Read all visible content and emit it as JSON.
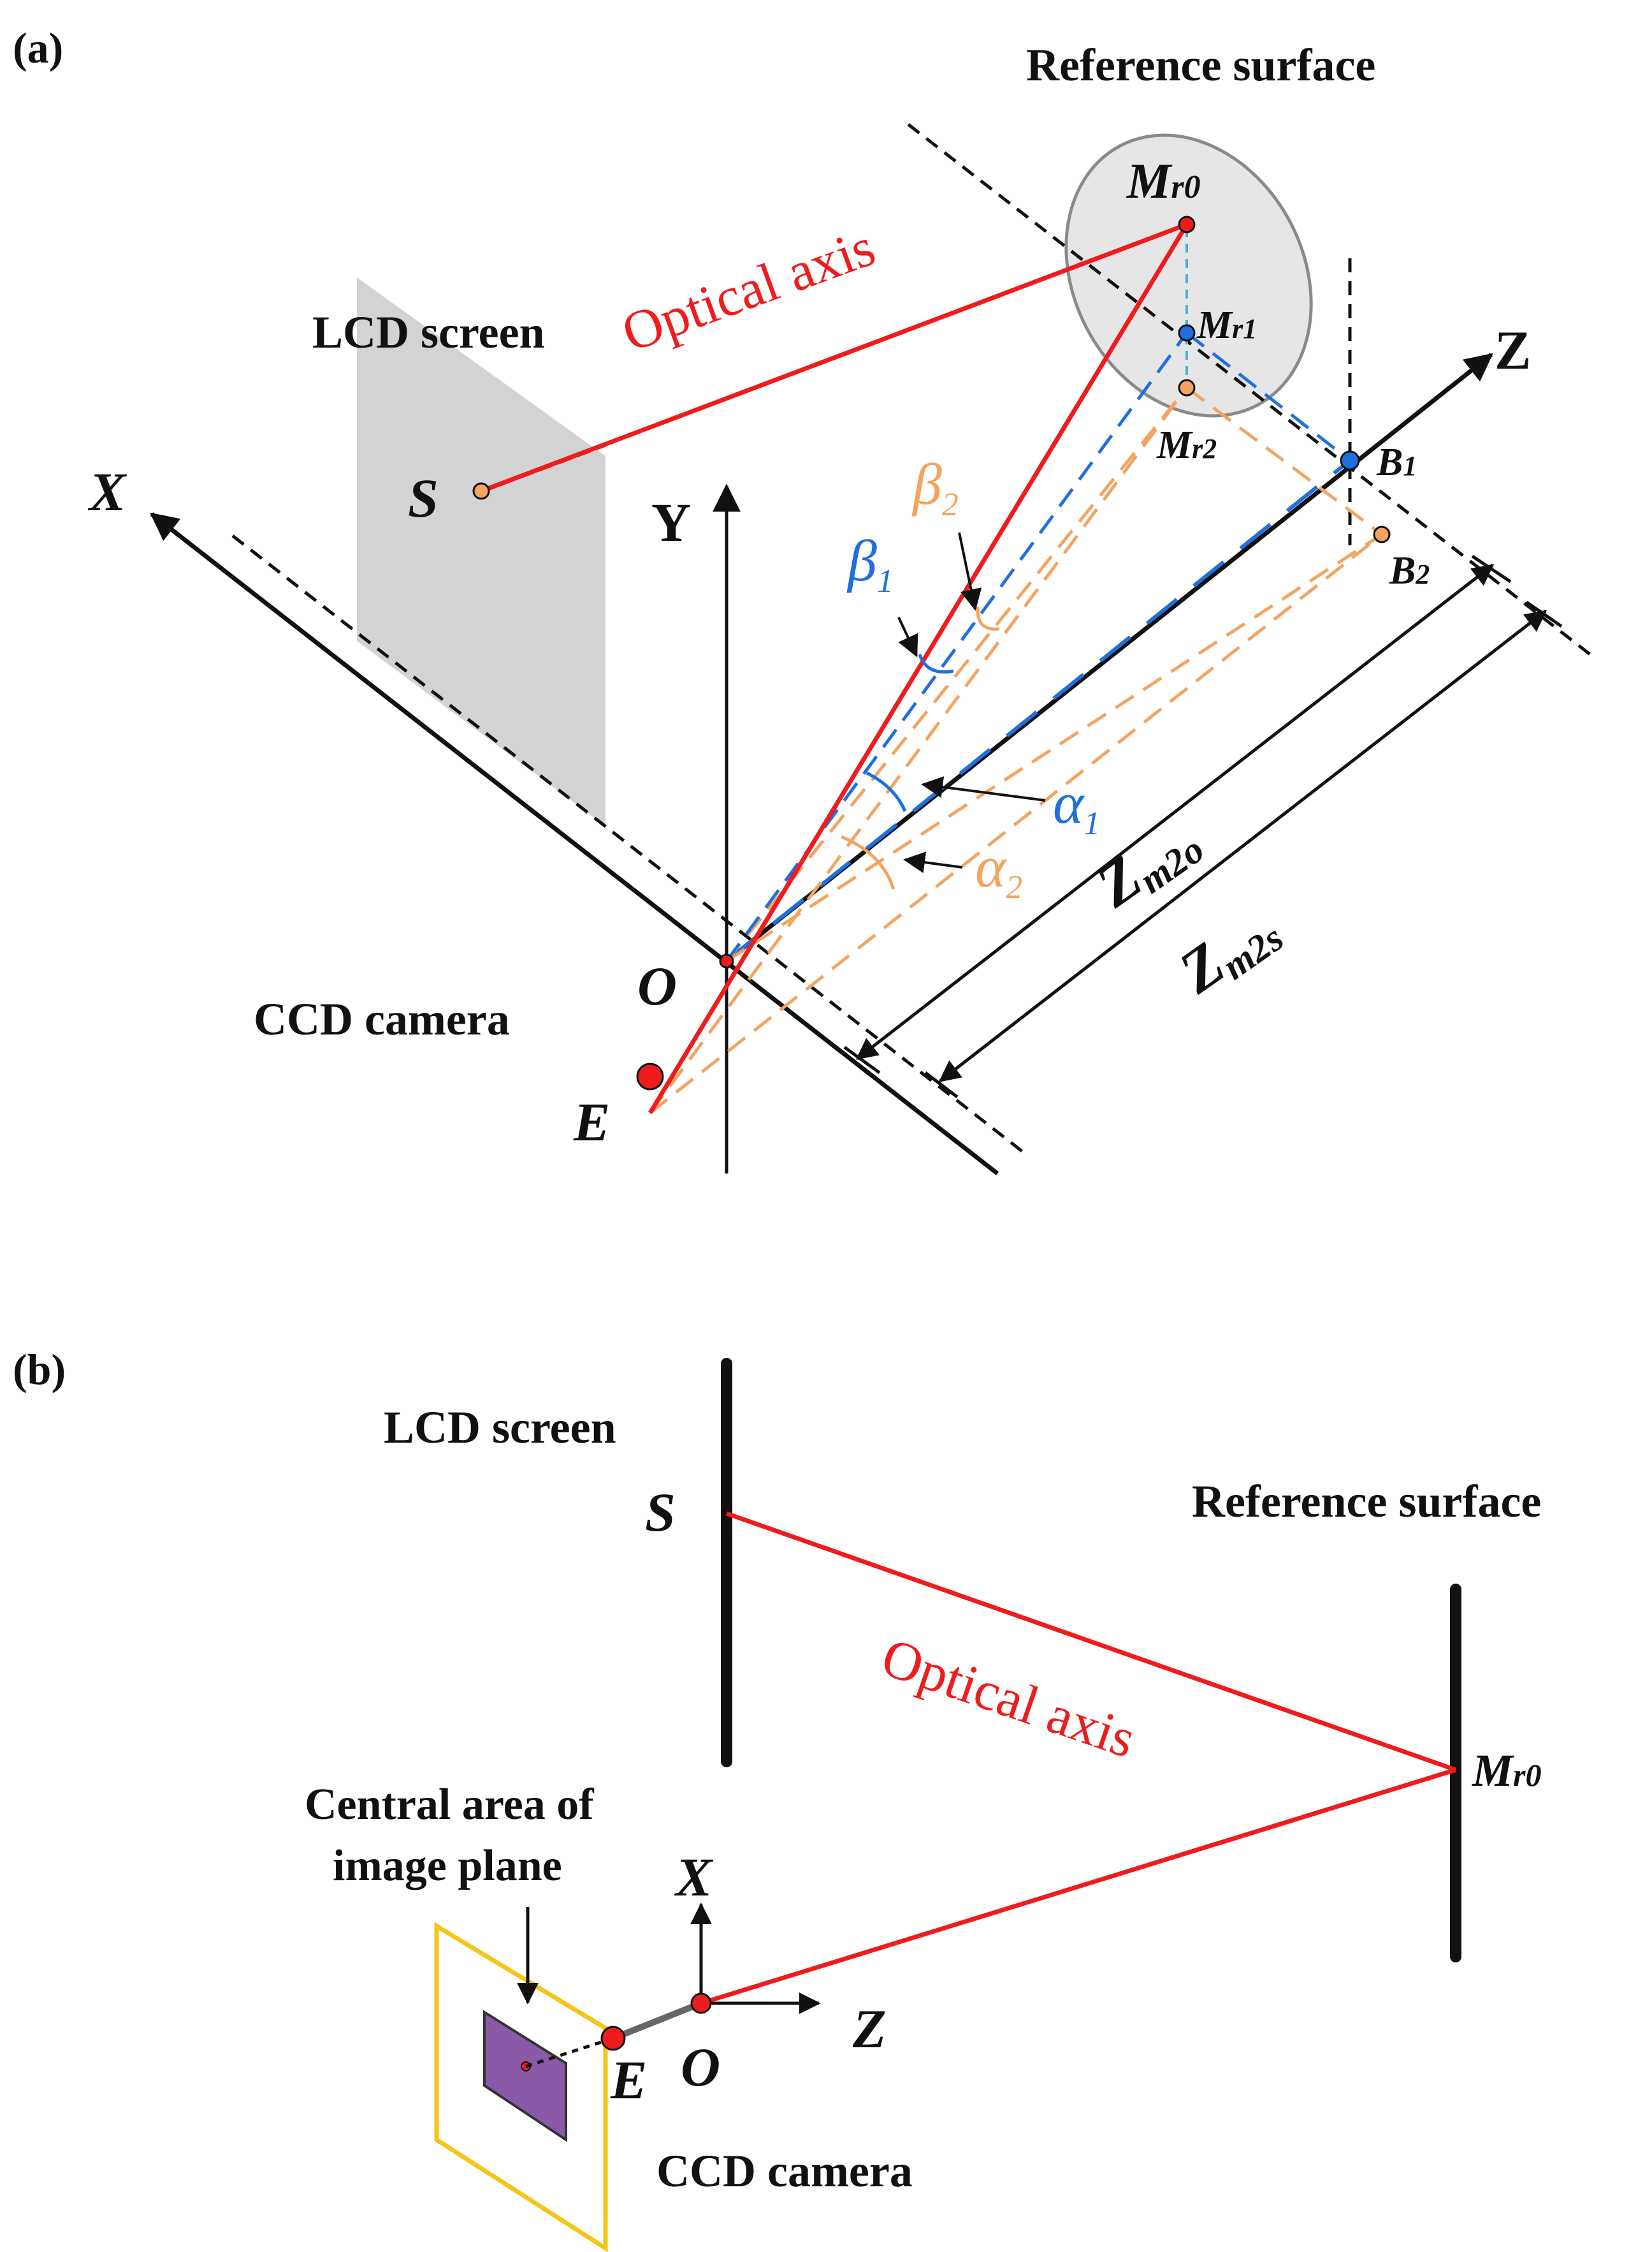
{
  "colors": {
    "optical": "#ee1c1c",
    "blue": "#1f6fe0",
    "orange": "#f4a460",
    "black": "#111111",
    "screen_fill": "#d3d3d3",
    "surface_fill": "#e6e6e6",
    "image_frame": "#f5c518",
    "image_sensor": "#8a5aa8"
  },
  "panel_a": {
    "tag": "(a)",
    "reference_surface": "Reference surface",
    "lcd_screen": "LCD screen",
    "optical_axis": "Optical axis",
    "ccd_camera": "CCD camera",
    "axis_x": "X",
    "axis_y": "Y",
    "axis_z": "Z",
    "pt_s": "S",
    "pt_o": "O",
    "pt_e": "E",
    "pt_mr0": {
      "base": "M",
      "sub": "r0"
    },
    "pt_mr1": {
      "base": "M",
      "sub": "r1"
    },
    "pt_mr2": {
      "base": "M",
      "sub": "r2"
    },
    "pt_b1": {
      "base": "B",
      "sub": "1"
    },
    "pt_b2": {
      "base": "B",
      "sub": "2"
    },
    "alpha1": {
      "base": "α",
      "sub": "1"
    },
    "alpha2": {
      "base": "α",
      "sub": "2"
    },
    "beta1": {
      "base": "β",
      "sub": "1"
    },
    "beta2": {
      "base": "β",
      "sub": "2"
    },
    "zm2o": {
      "base": "Z",
      "sub": "m2o"
    },
    "zm2s": {
      "base": "Z",
      "sub": "m2s"
    }
  },
  "panel_b": {
    "tag": "(b)",
    "lcd_screen": "LCD screen",
    "reference_surface": "Reference surface",
    "optical_axis": "Optical axis",
    "central_area_line1": "Central area of",
    "central_area_line2": "image plane",
    "ccd_camera": "CCD camera",
    "axis_x": "X",
    "axis_z": "Z",
    "pt_s": "S",
    "pt_o": "O",
    "pt_e": "E",
    "pt_mr0": {
      "base": "M",
      "sub": "r0"
    }
  }
}
